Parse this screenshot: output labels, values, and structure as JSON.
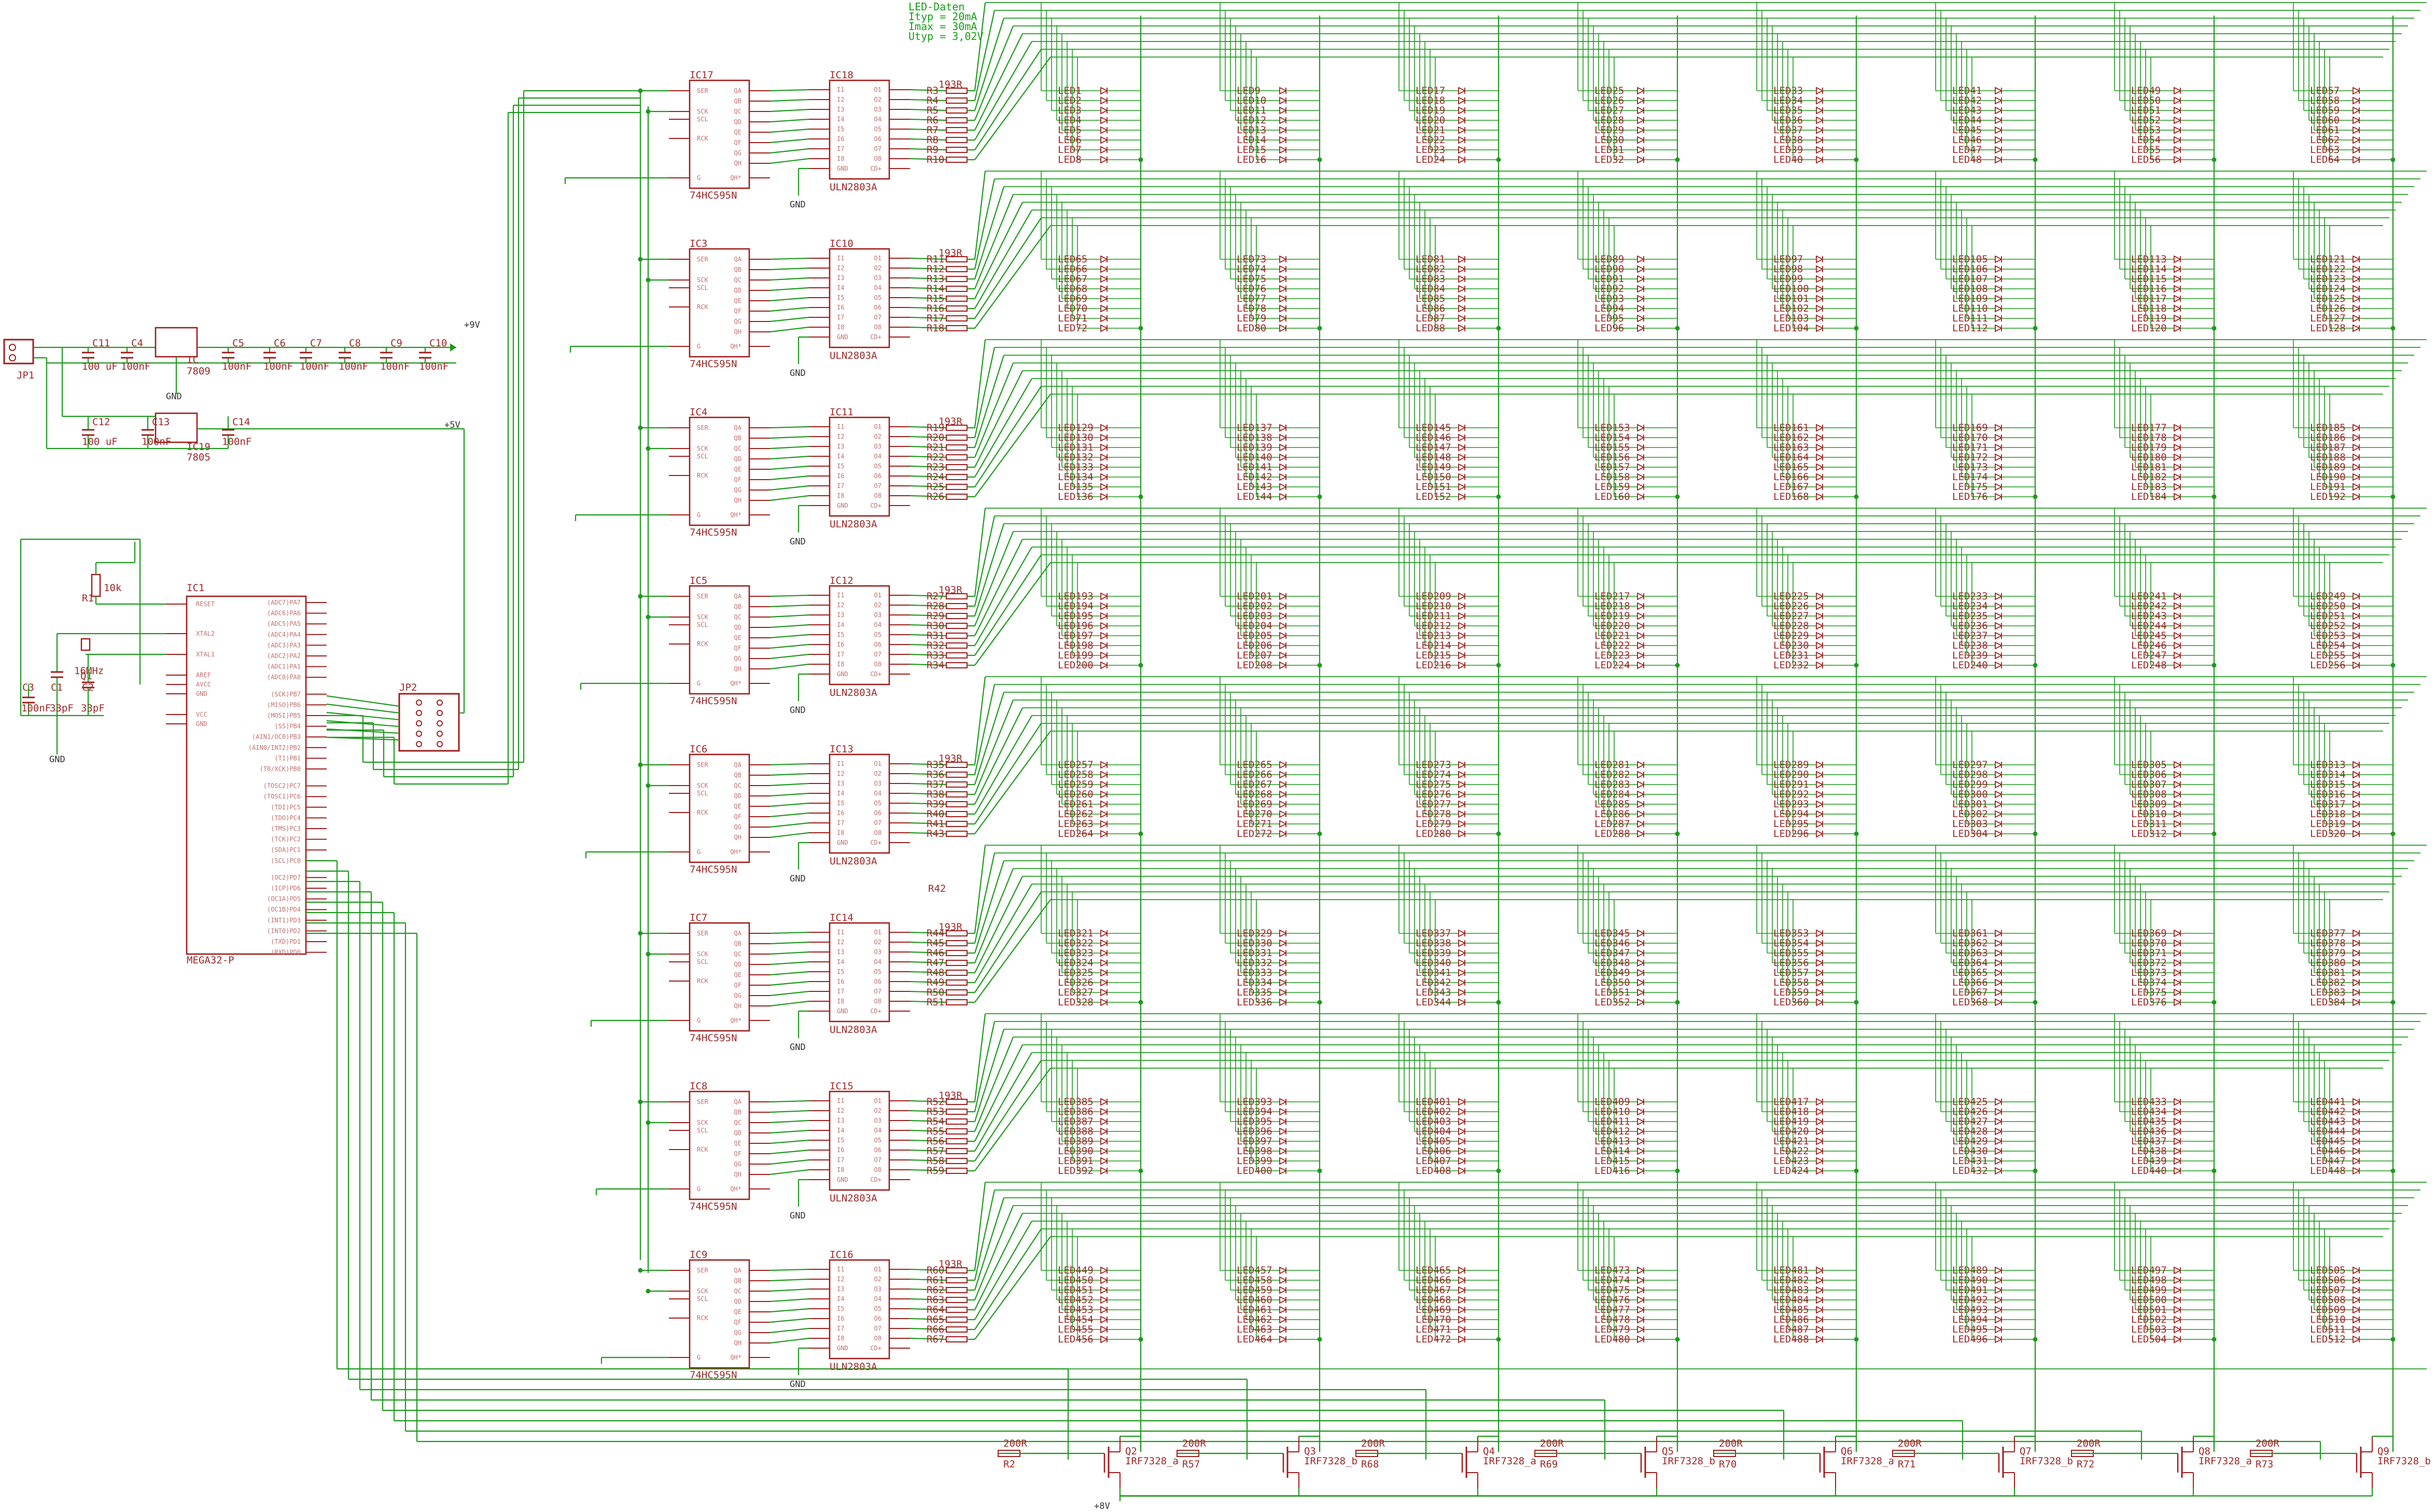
{
  "note": [
    "LED-Daten",
    "Ityp = 20mA",
    "Imax = 30mA",
    "Utyp = 3,02V"
  ],
  "jumpers": {
    "power": "JP1",
    "isp": "JP2"
  },
  "rails": {
    "v9": "+9V",
    "v5": "+5V",
    "gnd": "GND",
    "v8": "+8V"
  },
  "regulators": [
    {
      "name": "IC",
      "part": "7809"
    },
    {
      "name": "IC19",
      "part": "7805"
    }
  ],
  "caps_top": [
    {
      "name": "C11",
      "value": "100 uF"
    },
    {
      "name": "C4",
      "value": "100nF"
    },
    {
      "name": "C5",
      "value": "100nF"
    },
    {
      "name": "C6",
      "value": "100nF"
    },
    {
      "name": "C7",
      "value": "100nF"
    },
    {
      "name": "C8",
      "value": "100nF"
    },
    {
      "name": "C9",
      "value": "100nF"
    },
    {
      "name": "C10",
      "value": "100nF"
    }
  ],
  "caps_bottom": [
    {
      "name": "C12",
      "value": "100 uF"
    },
    {
      "name": "C13",
      "value": "100nF"
    },
    {
      "name": "C14",
      "value": "100nF"
    }
  ],
  "mcu": {
    "name": "IC1",
    "part": "MEGA32-P",
    "left_pins": [
      "RESET",
      "XTAL2",
      "XTAL1",
      "AREF",
      "AVCC",
      "GND",
      "VCC",
      "GND"
    ],
    "right_pins": [
      "(ADC7)PA7",
      "(ADC6)PA6",
      "(ADC5)PA5",
      "(ADC4)PA4",
      "(ADC3)PA3",
      "(ADC2)PA2",
      "(ADC1)PA1",
      "(ADC0)PA0",
      "(SCK)PB7",
      "(MISO)PB6",
      "(MOSI)PB5",
      "(SS)PB4",
      "(AIN1/OC0)PB3",
      "(AIN0/INT2)PB2",
      "(T1)PB1",
      "(T0/XCK)PB0",
      "(TOSC2)PC7",
      "(TOSC1)PC6",
      "(TDI)PC5",
      "(TDO)PC4",
      "(TMS)PC3",
      "(TCK)PC2",
      "(SDA)PC1",
      "(SCL)PC0",
      "(OC2)PD7",
      "(ICP)PD6",
      "(OC1A)PD5",
      "(OC1B)PD4",
      "(INT1)PD3",
      "(INT0)PD2",
      "(TXD)PD1",
      "(RXD)PD0"
    ]
  },
  "mcu_parts": {
    "r1": {
      "name": "R1",
      "value": "10k"
    },
    "crystal": {
      "name": "Q1",
      "value": "16MHz"
    },
    "caps": [
      {
        "name": "C3",
        "value": "100nF"
      },
      {
        "name": "C1",
        "value": "33pF"
      },
      {
        "name": "C2",
        "value": "33pF"
      }
    ]
  },
  "shift_registers": [
    "IC17",
    "IC3",
    "IC4",
    "IC5",
    "IC6",
    "IC7",
    "IC8",
    "IC9"
  ],
  "shift_part": "74HC595N",
  "shift_pins_left": [
    "SER",
    "SCK",
    "SCL",
    "RCK",
    "G"
  ],
  "shift_pins_right": [
    "QA",
    "QB",
    "QC",
    "QD",
    "QE",
    "QF",
    "QG",
    "QH",
    "QH*"
  ],
  "drivers": [
    "IC18",
    "IC10",
    "IC11",
    "IC12",
    "IC13",
    "IC14",
    "IC15",
    "IC16"
  ],
  "driver_part": "ULN2803A",
  "driver_pins_left": [
    "I1",
    "I2",
    "I3",
    "I4",
    "I5",
    "I6",
    "I7",
    "I8",
    "GND"
  ],
  "driver_pins_right": [
    "O1",
    "O2",
    "O3",
    "O4",
    "O5",
    "O6",
    "O7",
    "O8",
    "CD+"
  ],
  "resistor_value": "193R",
  "resistor_rows": [
    [
      "R3",
      "R4",
      "R5",
      "R6",
      "R7",
      "R8",
      "R9",
      "R10"
    ],
    [
      "R11",
      "R12",
      "R13",
      "R14",
      "R15",
      "R16",
      "R17",
      "R18"
    ],
    [
      "R19",
      "R20",
      "R21",
      "R22",
      "R23",
      "R24",
      "R25",
      "R26"
    ],
    [
      "R27",
      "R28",
      "R29",
      "R30",
      "R31",
      "R32",
      "R33",
      "R34"
    ],
    [
      "R35",
      "R36",
      "R37",
      "R38",
      "R39",
      "R40",
      "R41",
      "R43"
    ],
    [
      "R44",
      "R45",
      "R46",
      "R47",
      "R48",
      "R49",
      "R50",
      "R51"
    ],
    [
      "R52",
      "R53",
      "R54",
      "R55",
      "R56",
      "R57",
      "R58",
      "R59"
    ],
    [
      "R60",
      "R61",
      "R62",
      "R63",
      "R64",
      "R65",
      "R66",
      "R67"
    ]
  ],
  "stray_label": "R42",
  "led_prefix": "LED",
  "led_matrix": {
    "rows": 8,
    "cols": 8,
    "per_group": 8
  },
  "mosfets": [
    {
      "q": "Q2",
      "part": "IRF7328_a",
      "r": "R2"
    },
    {
      "q": "Q3",
      "part": "IRF7328_b",
      "r": "R57"
    },
    {
      "q": "Q4",
      "part": "IRF7328_a",
      "r": "R68"
    },
    {
      "q": "Q5",
      "part": "IRF7328_b",
      "r": "R69"
    },
    {
      "q": "Q6",
      "part": "IRF7328_a",
      "r": "R70"
    },
    {
      "q": "Q7",
      "part": "IRF7328_b",
      "r": "R71"
    },
    {
      "q": "Q8",
      "part": "IRF7328_a",
      "r": "R72"
    },
    {
      "q": "Q9",
      "part": "IRF7328_b",
      "r": "R73"
    }
  ],
  "gate_resistor_value": "200R",
  "colors": {
    "wire": "#1e9a1e",
    "part": "#a01c1c",
    "pin": "#c07070",
    "note": "#18a018",
    "text": "#333333"
  }
}
